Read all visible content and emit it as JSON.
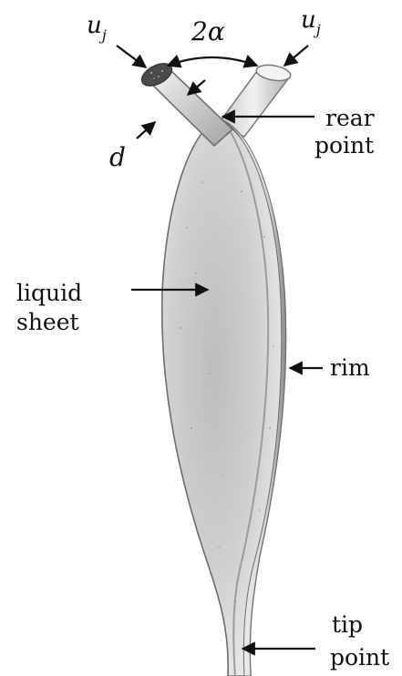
{
  "labels": {
    "uj_left": {
      "base": "u",
      "sub": "j"
    },
    "uj_right": {
      "base": "u",
      "sub": "j"
    },
    "angle": "2α",
    "d": "d",
    "rear_point": [
      "rear",
      "point"
    ],
    "liquid_sheet": [
      "liquid",
      "sheet"
    ],
    "rim": "rim",
    "tip_point": [
      "tip",
      "point"
    ]
  },
  "colors": {
    "sheet_light": "#e6e6e6",
    "sheet_mid": "#c8c8c8",
    "sheet_dark": "#8e8e8e",
    "jet_light": "#efefef",
    "jet_shadow": "#9a9a9a",
    "outline": "#6d6d6d",
    "arrow": "#111111"
  }
}
